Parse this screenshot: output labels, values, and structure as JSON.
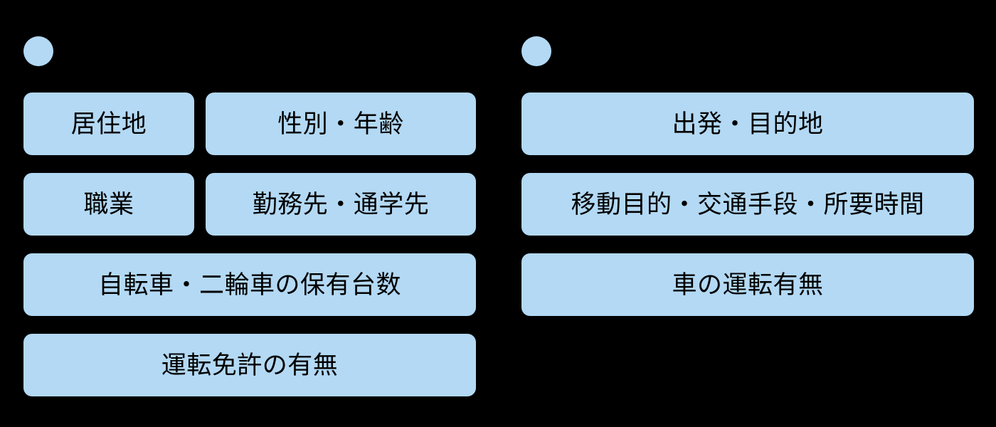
{
  "colors": {
    "background": "#000000",
    "pill_fill": "#b3d9f4",
    "marker_fill": "#b3d9f4",
    "label_text": "#000000"
  },
  "groups": [
    {
      "id": "personal-attributes",
      "marker": "filled-circle",
      "rows": [
        {
          "layout": "two-column",
          "items": [
            {
              "label": "居住地"
            },
            {
              "label": "性別・年齢"
            }
          ]
        },
        {
          "layout": "two-column",
          "items": [
            {
              "label": "職業"
            },
            {
              "label": "勤務先・通学先"
            }
          ]
        },
        {
          "layout": "full-width",
          "items": [
            {
              "label": "自転車・二輪車の保有台数"
            }
          ]
        },
        {
          "layout": "full-width",
          "items": [
            {
              "label": "運転免許の有無"
            }
          ]
        }
      ]
    },
    {
      "id": "trip-attributes",
      "marker": "filled-circle",
      "rows": [
        {
          "layout": "full-width",
          "items": [
            {
              "label": "出発・目的地"
            }
          ]
        },
        {
          "layout": "full-width",
          "items": [
            {
              "label": "移動目的・交通手段・所要時間"
            }
          ]
        },
        {
          "layout": "full-width",
          "items": [
            {
              "label": "車の運転有無"
            }
          ]
        }
      ]
    }
  ]
}
